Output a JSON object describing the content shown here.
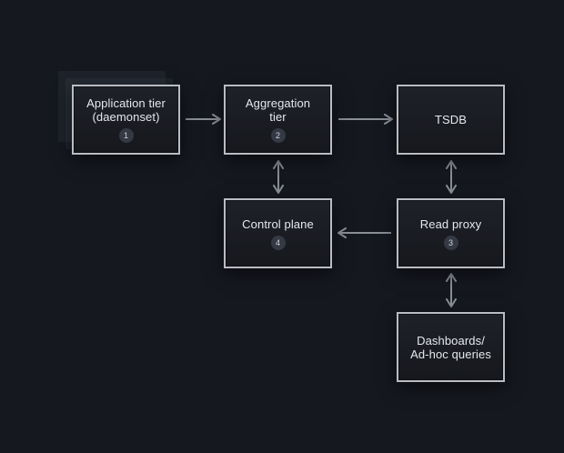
{
  "nodes": {
    "app": {
      "title": "Application tier\n(daemonset)",
      "badge": "1"
    },
    "agg": {
      "title": "Aggregation\ntier",
      "badge": "2"
    },
    "tsdb": {
      "title": "TSDB"
    },
    "readproxy": {
      "title": "Read proxy",
      "badge": "3"
    },
    "control": {
      "title": "Control plane",
      "badge": "4"
    },
    "dash": {
      "title": "Dashboards/\nAd-hoc queries"
    }
  },
  "edges": [
    {
      "from": "app",
      "to": "agg",
      "direction": "forward"
    },
    {
      "from": "agg",
      "to": "tsdb",
      "direction": "forward"
    },
    {
      "from": "agg",
      "to": "control",
      "direction": "bidirectional"
    },
    {
      "from": "tsdb",
      "to": "readproxy",
      "direction": "bidirectional"
    },
    {
      "from": "readproxy",
      "to": "control",
      "direction": "forward"
    },
    {
      "from": "readproxy",
      "to": "dash",
      "direction": "bidirectional"
    }
  ],
  "colors": {
    "background": "#15181f",
    "node_border": "#b9bcc3",
    "arrow": "#8a8e96",
    "badge_bg": "#343944"
  }
}
